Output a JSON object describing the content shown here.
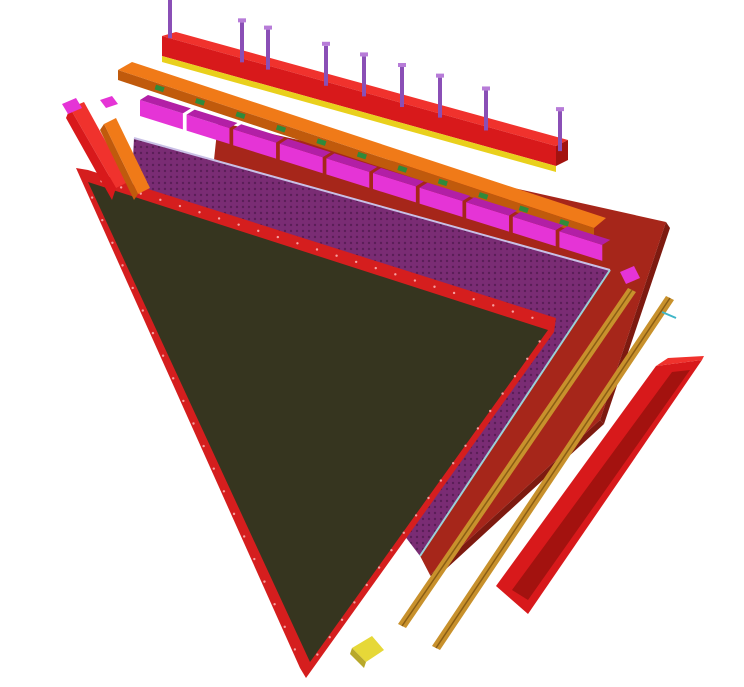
{
  "colors": {
    "background": "#ffffff",
    "red": "#d8191b",
    "red_dark": "#a3120f",
    "red_highlight": "#f0322d",
    "back_panel": "#a6261a",
    "back_panel_edge": "#7d1a10",
    "orange": "#f07a18",
    "orange_dark": "#c05a0c",
    "yellow": "#e9d01c",
    "magenta": "#e534d6",
    "magenta_dark": "#b21fa6",
    "purple_grid": "#7a2c74",
    "purple_grid_dark": "#5a1e57",
    "front_panel": "#36351f",
    "front_frame": "#d51e1e",
    "bar": "#c8912c",
    "bar_dark": "#8a5d14",
    "bolt": "#8a4fb6",
    "bolt_head": "#b77cd8",
    "pad_green": "#2f8a3b",
    "yellow_part": "#e6d838",
    "cyan_tip": "#3fb6c8"
  },
  "parts": [
    {
      "name": "top-bolt-rail",
      "icon": "bolt-rail-icon"
    },
    {
      "name": "orange-rail",
      "icon": "rail-icon"
    },
    {
      "name": "magenta-blocks",
      "icon": "block-icon"
    },
    {
      "name": "back-panel",
      "icon": "panel-icon"
    },
    {
      "name": "purple-grid-layer",
      "icon": "grid-icon"
    },
    {
      "name": "front-panel",
      "icon": "panel-icon"
    },
    {
      "name": "left-red-bar",
      "icon": "bar-icon"
    },
    {
      "name": "left-orange-bar",
      "icon": "bar-icon"
    },
    {
      "name": "long-bar-1",
      "icon": "bar-icon"
    },
    {
      "name": "long-bar-2",
      "icon": "bar-icon"
    },
    {
      "name": "red-channel",
      "icon": "channel-icon"
    },
    {
      "name": "bottom-connector",
      "icon": "connector-icon"
    }
  ]
}
